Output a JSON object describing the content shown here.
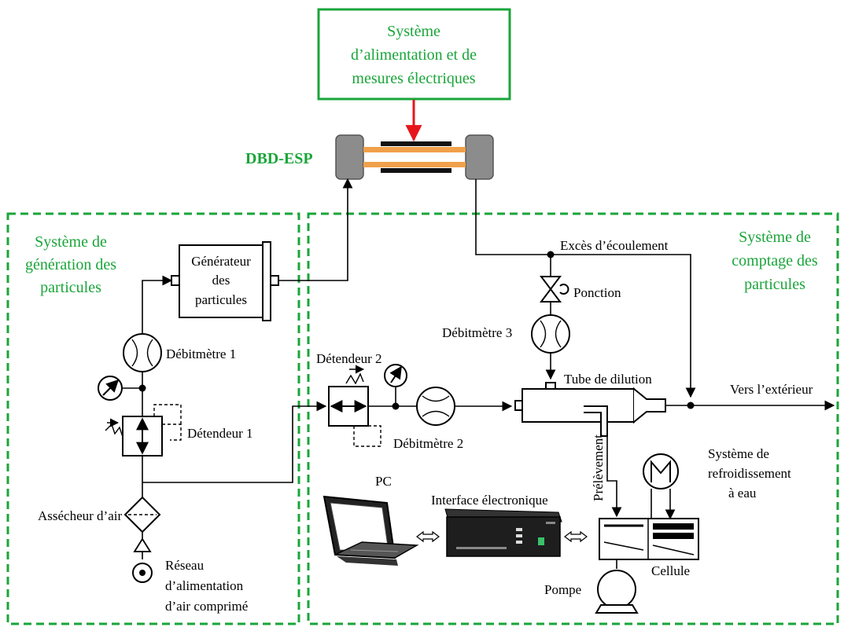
{
  "top_box": {
    "line1": "Système",
    "line2": "d’alimentation et de",
    "line3": "mesures électriques"
  },
  "dbd_label": "DBD-ESP",
  "generation_system": {
    "line1": "Système de",
    "line2": "génération des",
    "line3": "particules"
  },
  "counting_system": {
    "line1": "Système de",
    "line2": "comptage des",
    "line3": "particules"
  },
  "generator": {
    "line1": "Générateur",
    "line2": "des",
    "line3": "particules"
  },
  "labels": {
    "debitmetre1": "Débitmètre 1",
    "debitmetre2": "Débitmètre 2",
    "debitmetre3": "Débitmètre 3",
    "detendeur1": "Détendeur 1",
    "detendeur2": "Détendeur 2",
    "assecheur": "Assécheur d’air",
    "reseau1": "Réseau",
    "reseau2": "d’alimentation",
    "reseau3": "d’air comprimé",
    "exces": "Excès d’écoulement",
    "ponction": "Ponction",
    "tube": "Tube de dilution",
    "vers": "Vers l’extérieur",
    "prelevement": "Prélèvement",
    "refroid1": "Système de",
    "refroid2": "refroidissement",
    "refroid3": "à eau",
    "pc": "PC",
    "interface": "Interface électronique",
    "cellule": "Cellule",
    "pompe": "Pompe"
  },
  "colors": {
    "green": "#1aa53a",
    "red": "#e8141b",
    "orange": "#f0a04b",
    "grey": "#8c8c8c"
  }
}
